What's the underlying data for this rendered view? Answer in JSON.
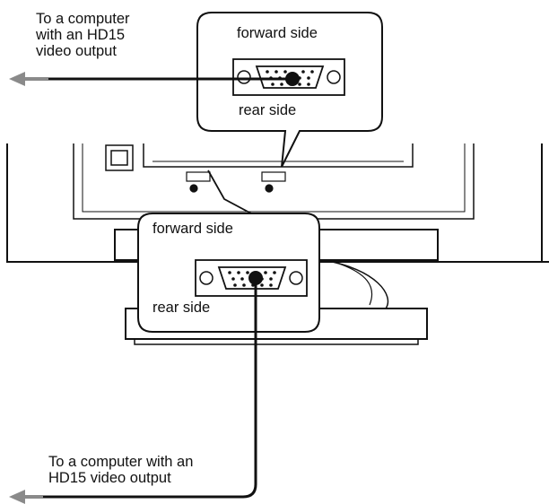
{
  "top_callout": {
    "forward_label": "forward side",
    "rear_label": "rear side"
  },
  "bottom_callout": {
    "forward_label": "forward side",
    "rear_label": "rear side"
  },
  "captions": {
    "top_left": "To a computer\nwith an HD15\nvideo output",
    "bottom_left": "To a computer with an\nHD15 video output"
  },
  "icons": {
    "connector": "hd15-connector-icon",
    "cable_arrow": "arrow-left-icon",
    "power": "power-socket-icon"
  },
  "colors": {
    "line": "#111111",
    "arrow": "#8a8a8a",
    "callout_fill": "#ffffff"
  }
}
